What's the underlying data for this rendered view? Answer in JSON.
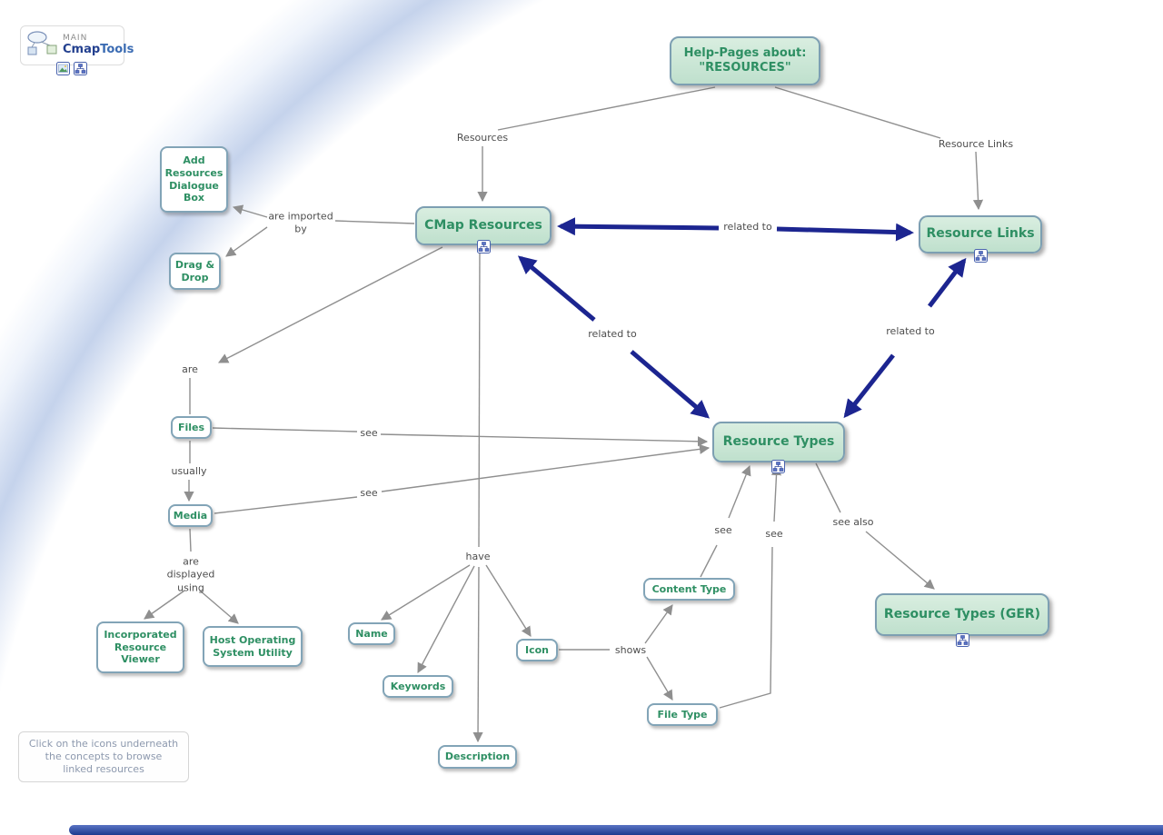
{
  "logo": {
    "main_label": "MAIN",
    "brand_cmap": "Cmap",
    "brand_tools": "Tools"
  },
  "note_text": "Click on the icons underneath\nthe concepts to browse\nlinked resources",
  "concepts": {
    "help_pages": "Help-Pages about:\n\"RESOURCES\"",
    "cmap_resources": "CMap Resources",
    "resource_links": "Resource Links",
    "resource_types": "Resource Types",
    "resource_types_ger": "Resource Types (GER)",
    "add_resources_dialogue": "Add\nResources\nDialogue\nBox",
    "drag_drop": "Drag &\nDrop",
    "files": "Files",
    "media": "Media",
    "incorporated_viewer": "Incorporated\nResource\nViewer",
    "host_utility": "Host Operating\nSystem Utility",
    "name": "Name",
    "keywords": "Keywords",
    "description": "Description",
    "icon": "Icon",
    "content_type": "Content Type",
    "file_type": "File Type"
  },
  "link_labels": {
    "resources": "Resources",
    "resource_links": "Resource Links",
    "are_imported_by": "are imported\nby",
    "related_to_top": "related to",
    "related_to_left": "related to",
    "related_to_right": "related to",
    "are": "are",
    "see_files": "see",
    "usually": "usually",
    "see_media": "see",
    "are_displayed_using": "are\ndisplayed\nusing",
    "have": "have",
    "see_content": "see",
    "see_filetype": "see",
    "see_also": "see also",
    "shows": "shows"
  },
  "icons": {
    "resources_group": "sitemap-resource-icon",
    "image": "image-icon",
    "logo_graphic": "cmap-logo-graphic"
  },
  "colors": {
    "concept_fill": "#cde7d7",
    "concept_border": "#7d9fb2",
    "concept_text": "#2e8f63",
    "arrow_gray": "#8f8f8f",
    "arrow_navy": "#1c2590",
    "bg_arc": "#c5d3ec",
    "bottom_bar": "#1c3a8e"
  }
}
